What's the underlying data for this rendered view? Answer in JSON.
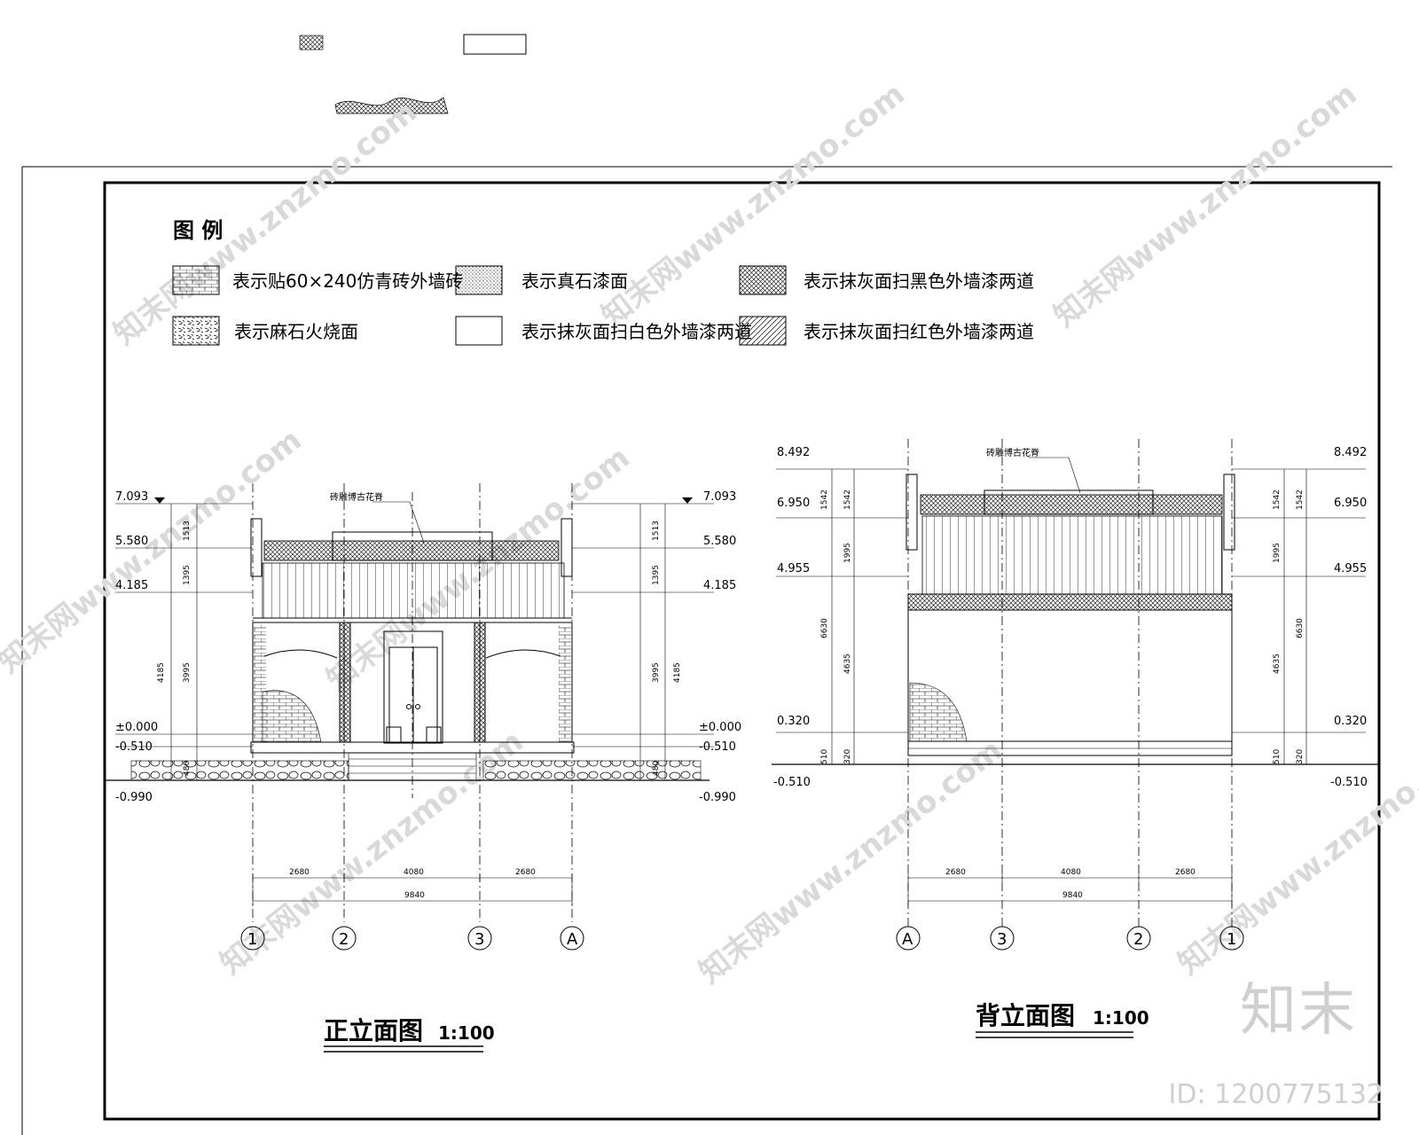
{
  "legend": {
    "title": "图 例",
    "items": [
      {
        "label": "表示贴60×240仿青砖外墙砖",
        "pattern": "brick"
      },
      {
        "label": "表示真石漆面",
        "pattern": "stipple"
      },
      {
        "label": "表示抹灰面扫黑色外墙漆两道",
        "pattern": "crosshatch"
      },
      {
        "label": "表示麻石火烧面",
        "pattern": "rough"
      },
      {
        "label": "表示抹灰面扫白色外墙漆两道",
        "pattern": "blank"
      },
      {
        "label": "表示抹灰面扫红色外墙漆两道",
        "pattern": "diagonal"
      }
    ]
  },
  "front": {
    "title": "正立面图",
    "scale": "1:100",
    "roof_note": "砖雕博古花脊",
    "levels_left": [
      "7.093",
      "5.580",
      "4.185",
      "±0.000",
      "-0.510",
      "-0.990"
    ],
    "levels_right": [
      "7.093",
      "5.580",
      "4.185",
      "±0.000",
      "-0.510",
      "-0.990"
    ],
    "vdims": [
      "1513",
      "1395",
      "3995",
      "4185",
      "480"
    ],
    "hdims": [
      "2680",
      "4080",
      "2680"
    ],
    "total": "9840",
    "axes": [
      "1",
      "2",
      "3",
      "A"
    ]
  },
  "back": {
    "title": "背立面图",
    "scale": "1:100",
    "roof_note": "砖雕博古花脊",
    "levels_left": [
      "8.492",
      "6.950",
      "4.955",
      "0.320",
      "-0.510"
    ],
    "levels_right": [
      "8.492",
      "6.950",
      "4.955",
      "0.320",
      "-0.510"
    ],
    "vdims": [
      "1542",
      "1995",
      "4635",
      "6630",
      "510",
      "320"
    ],
    "hdims": [
      "2680",
      "4080",
      "2680"
    ],
    "total": "9840",
    "axes": [
      "A",
      "3",
      "2",
      "1"
    ]
  },
  "watermark": {
    "text": "知末网www.znzmo.com",
    "brand": "知末",
    "id": "ID: 1200775132"
  }
}
